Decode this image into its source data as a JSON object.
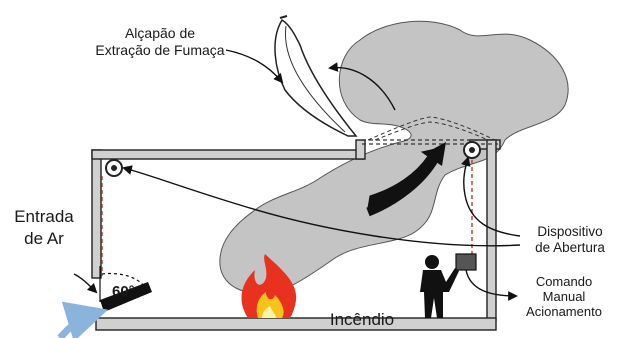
{
  "labels": {
    "smoke_hatch_line1": "Alçapão de",
    "smoke_hatch_line2": "Extração de Fumaça",
    "air_inlet_line1": "Entrada",
    "air_inlet_line2": "de Ar",
    "angle": "60°",
    "fire": "Incêndio",
    "opening_device_line1": "Dispositivo",
    "opening_device_line2": "de Abertura",
    "manual_control_line1": "Comando",
    "manual_control_line2": "Manual",
    "manual_control_line3": "Acionamento"
  },
  "colors": {
    "smoke_fill": "#c4c4c4",
    "wall_fill": "#d0d0d0",
    "wall_stroke": "#222222",
    "flame_outer": "#e8311f",
    "flame_inner": "#f7c21a",
    "air_arrow": "#8ab4dc",
    "dashed_wire": "#c0392b",
    "ink": "#111111"
  }
}
